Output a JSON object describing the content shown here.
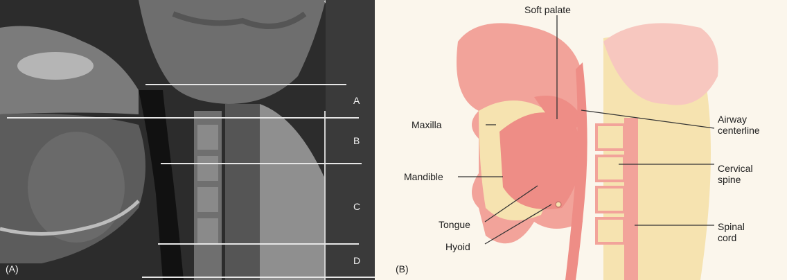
{
  "panel_a": {
    "label": "(A)",
    "levels": [
      "A",
      "B",
      "C",
      "D"
    ]
  },
  "panel_b": {
    "label": "(B)",
    "labels": {
      "soft_palate": "Soft palate",
      "maxilla": "Maxilla",
      "airway_centerline": "Airway\ncenterline",
      "mandible": "Mandible",
      "cervical_spine": "Cervical\nspine",
      "tongue": "Tongue",
      "hyoid": "Hyoid",
      "spinal_cord": "Spinal\ncord"
    }
  },
  "colors": {
    "tissue_pink": "#f2a39a",
    "airway_pink": "#ee8d86",
    "bone_cream": "#f6e3b0",
    "background": "#fbf6ec",
    "mri_dark": "#2a2a2a"
  }
}
